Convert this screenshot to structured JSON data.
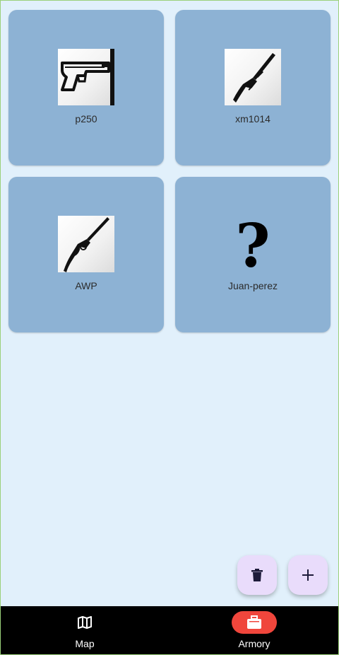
{
  "weapons": [
    {
      "name": "p250",
      "icon": "pistol-icon"
    },
    {
      "name": "xm1014",
      "icon": "shotgun-icon"
    },
    {
      "name": "AWP",
      "icon": "rifle-icon"
    },
    {
      "name": "Juan-perez",
      "icon": "question-mark-icon",
      "glyph": "?"
    }
  ],
  "fabs": {
    "delete_icon": "trash-icon",
    "add_icon": "plus-icon"
  },
  "nav": {
    "items": [
      {
        "label": "Map",
        "icon": "map-icon",
        "active": false
      },
      {
        "label": "Armory",
        "icon": "briefcase-icon",
        "active": true
      }
    ]
  },
  "colors": {
    "background": "#e1f0fb",
    "card": "#8db2d4",
    "fab": "#e9dcfb",
    "nav_bg": "#000000",
    "nav_active_pill": "#f0463c"
  }
}
